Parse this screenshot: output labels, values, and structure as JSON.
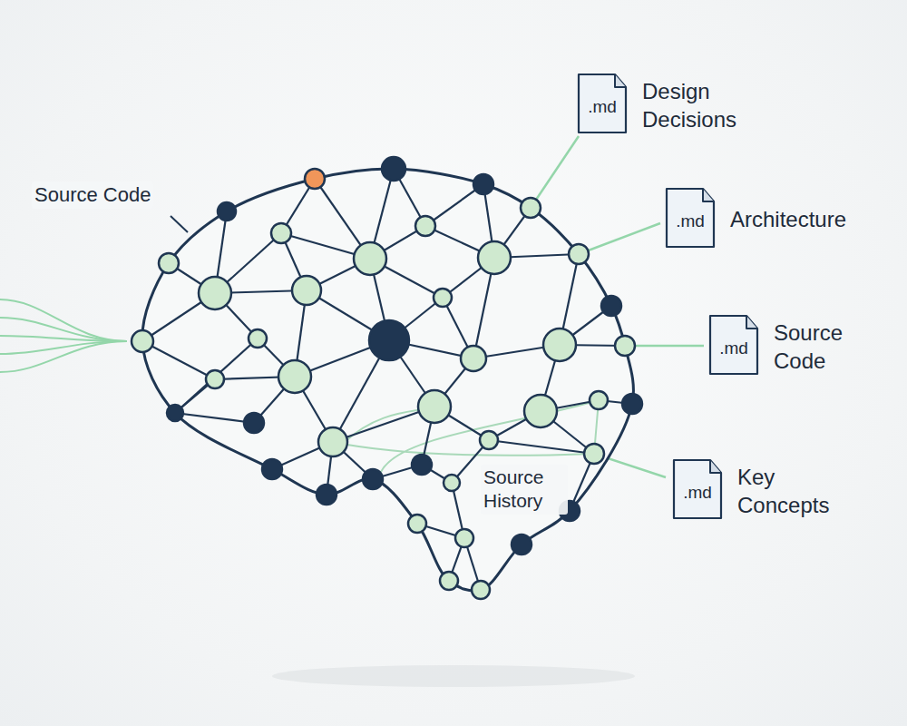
{
  "diagram": {
    "nodes": [
      {
        "text": [
          ".md",
          "Design Decisions"
        ]
      },
      {
        "text": [
          ".md",
          "Architecture"
        ]
      },
      {
        "text": [
          ".md",
          "Source Code"
        ]
      },
      {
        "text": [
          ".md",
          "Key Concepts"
        ]
      }
    ],
    "labels": [
      "Source Code",
      "Source History"
    ]
  }
}
